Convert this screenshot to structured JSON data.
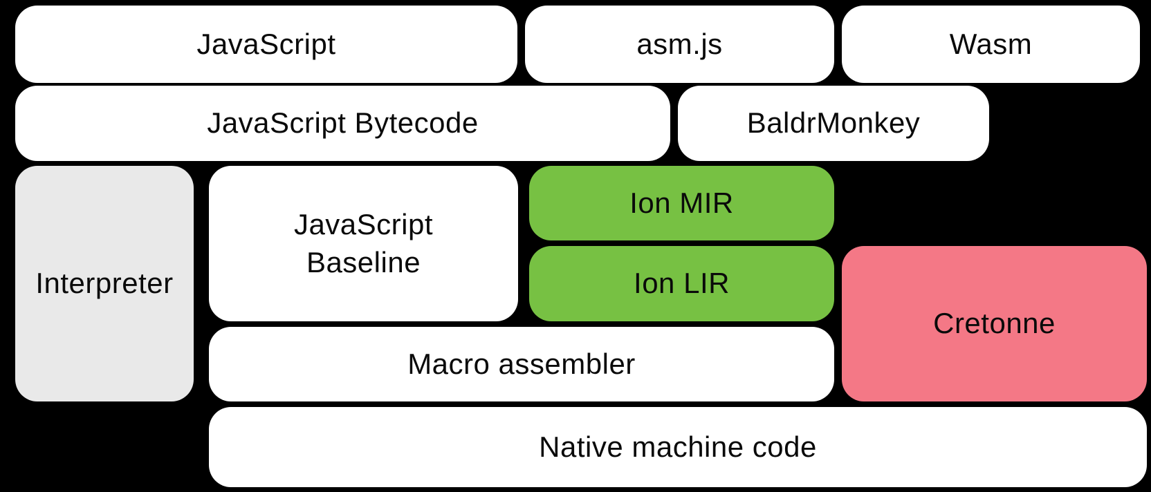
{
  "palette": {
    "background": "#000000",
    "white": "#ffffff",
    "gray": "#e9e9e9",
    "green": "#77c143",
    "pink": "#f47886",
    "text": "#0a0a0a"
  },
  "diagram": {
    "description": "Layered block diagram of a JavaScript/Wasm engine compilation pipeline",
    "nodes": [
      {
        "id": "javascript",
        "label": "JavaScript",
        "fill": "white"
      },
      {
        "id": "asmjs",
        "label": "asm.js",
        "fill": "white"
      },
      {
        "id": "wasm",
        "label": "Wasm",
        "fill": "white"
      },
      {
        "id": "bytecode",
        "label": "JavaScript Bytecode",
        "fill": "white"
      },
      {
        "id": "baldrmonkey",
        "label": "BaldrMonkey",
        "fill": "white"
      },
      {
        "id": "interpreter",
        "label": "Interpreter",
        "fill": "gray"
      },
      {
        "id": "baseline",
        "label": "JavaScript\nBaseline",
        "fill": "white"
      },
      {
        "id": "ionmir",
        "label": "Ion MIR",
        "fill": "green"
      },
      {
        "id": "ionlir",
        "label": "Ion LIR",
        "fill": "green"
      },
      {
        "id": "cretonne",
        "label": "Cretonne",
        "fill": "pink"
      },
      {
        "id": "macroasm",
        "label": "Macro assembler",
        "fill": "white"
      },
      {
        "id": "native",
        "label": "Native machine code",
        "fill": "white"
      }
    ]
  }
}
